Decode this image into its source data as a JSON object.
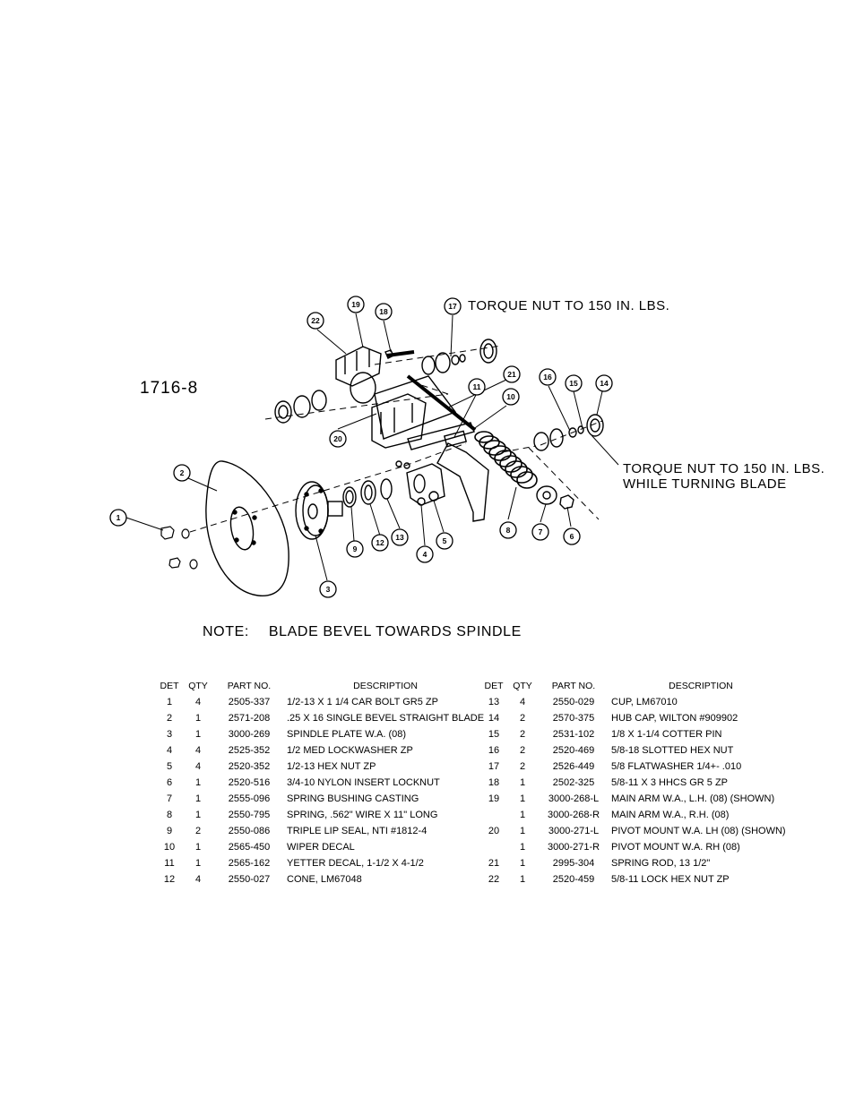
{
  "drawing_number": "1716-8",
  "notes": {
    "torque_top": "TORQUE NUT TO 150 IN. LBS.",
    "torque_right_line1": "TORQUE NUT TO 150 IN. LBS.",
    "torque_right_line2": "WHILE TURNING BLADE",
    "bevel_label": "NOTE:",
    "bevel_text": "BLADE BEVEL TOWARDS SPINDLE"
  },
  "callouts": [
    "1",
    "2",
    "3",
    "4",
    "5",
    "6",
    "7",
    "8",
    "9",
    "10",
    "11",
    "12",
    "13",
    "14",
    "15",
    "16",
    "17",
    "18",
    "19",
    "20",
    "21",
    "22"
  ],
  "table_headers": {
    "det": "DET",
    "qty": "QTY",
    "part": "PART NO.",
    "desc": "DESCRIPTION"
  },
  "parts_left": [
    {
      "det": "1",
      "qty": "4",
      "part": "2505-337",
      "desc": "1/2-13 X 1 1/4 CAR BOLT GR5 ZP"
    },
    {
      "det": "2",
      "qty": "1",
      "part": "2571-208",
      "desc": ".25 X 16 SINGLE BEVEL STRAIGHT BLADE"
    },
    {
      "det": "3",
      "qty": "1",
      "part": "3000-269",
      "desc": "SPINDLE PLATE W.A. (08)"
    },
    {
      "det": "4",
      "qty": "4",
      "part": "2525-352",
      "desc": "1/2 MED LOCKWASHER ZP"
    },
    {
      "det": "5",
      "qty": "4",
      "part": "2520-352",
      "desc": "1/2-13 HEX NUT ZP"
    },
    {
      "det": "6",
      "qty": "1",
      "part": "2520-516",
      "desc": "3/4-10 NYLON INSERT LOCKNUT"
    },
    {
      "det": "7",
      "qty": "1",
      "part": "2555-096",
      "desc": "SPRING BUSHING CASTING"
    },
    {
      "det": "8",
      "qty": "1",
      "part": "2550-795",
      "desc": "SPRING, .562\" WIRE X 11\" LONG"
    },
    {
      "det": "9",
      "qty": "2",
      "part": "2550-086",
      "desc": "TRIPLE LIP SEAL, NTI #1812-4"
    },
    {
      "det": "10",
      "qty": "1",
      "part": "2565-450",
      "desc": "WIPER DECAL"
    },
    {
      "det": "11",
      "qty": "1",
      "part": "2565-162",
      "desc": "YETTER DECAL, 1-1/2 X 4-1/2"
    },
    {
      "det": "12",
      "qty": "4",
      "part": "2550-027",
      "desc": "CONE, LM67048"
    }
  ],
  "parts_right": [
    {
      "det": "13",
      "qty": "4",
      "part": "2550-029",
      "desc": "CUP, LM67010"
    },
    {
      "det": "14",
      "qty": "2",
      "part": "2570-375",
      "desc": "HUB CAP, WILTON #909902"
    },
    {
      "det": "15",
      "qty": "2",
      "part": "2531-102",
      "desc": "1/8 X 1-1/4 COTTER PIN"
    },
    {
      "det": "16",
      "qty": "2",
      "part": "2520-469",
      "desc": "5/8-18 SLOTTED HEX NUT"
    },
    {
      "det": "17",
      "qty": "2",
      "part": "2526-449",
      "desc": "5/8 FLATWASHER 1/4+- .010"
    },
    {
      "det": "18",
      "qty": "1",
      "part": "2502-325",
      "desc": "5/8-11 X 3 HHCS GR 5 ZP"
    },
    {
      "det": "19",
      "qty": "1",
      "part": "3000-268-L",
      "desc": "MAIN ARM W.A., L.H. (08) (SHOWN)"
    },
    {
      "det": "",
      "qty": "1",
      "part": "3000-268-R",
      "desc": "MAIN ARM W.A., R.H. (08)"
    },
    {
      "det": "20",
      "qty": "1",
      "part": "3000-271-L",
      "desc": "PIVOT MOUNT W.A. LH (08) (SHOWN)"
    },
    {
      "det": "",
      "qty": "1",
      "part": "3000-271-R",
      "desc": "PIVOT MOUNT W.A. RH (08)"
    },
    {
      "det": "21",
      "qty": "1",
      "part": "2995-304",
      "desc": "SPRING ROD, 13 1/2\""
    },
    {
      "det": "22",
      "qty": "1",
      "part": "2520-459",
      "desc": "5/8-11 LOCK HEX NUT ZP"
    }
  ]
}
